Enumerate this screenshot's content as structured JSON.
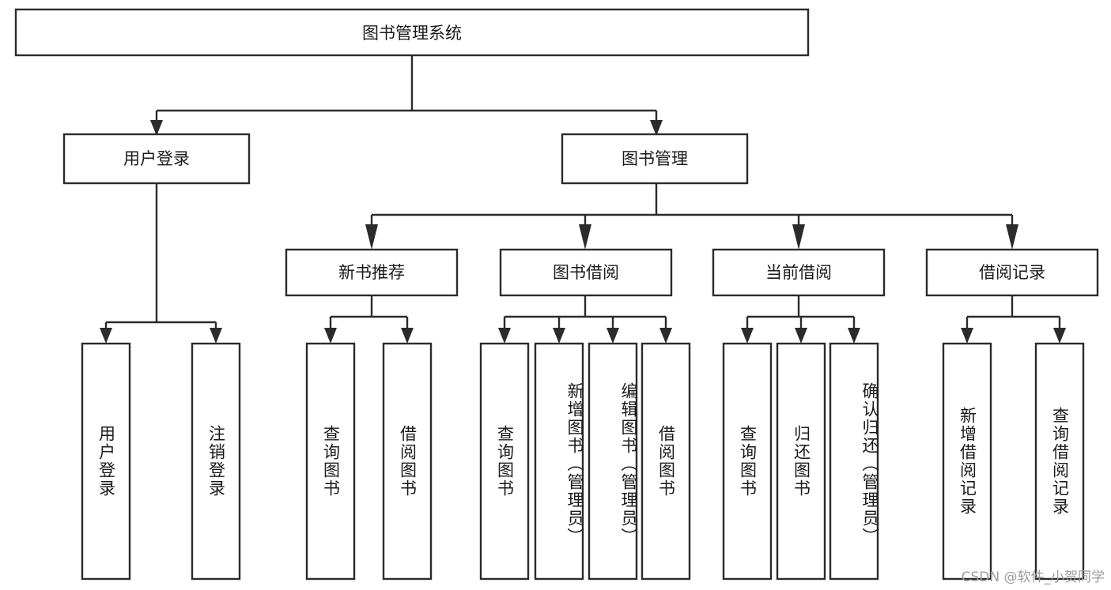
{
  "diagram": {
    "type": "tree",
    "title": "图书管理系统",
    "watermark": "CSDN @软件_小贺同学",
    "colors": {
      "stroke": "#2b2b2b",
      "fill": "#ffffff",
      "text": "#1a1a1a",
      "watermark": "#9c9c9c"
    },
    "root": {
      "label": "图书管理系统"
    },
    "level2": [
      {
        "label": "用户登录"
      },
      {
        "label": "图书管理"
      }
    ],
    "level3": [
      {
        "label": "新书推荐"
      },
      {
        "label": "图书借阅"
      },
      {
        "label": "当前借阅"
      },
      {
        "label": "借阅记录"
      }
    ],
    "leaves": {
      "user_login": [
        {
          "label": "用户登录"
        },
        {
          "label": "注销登录"
        }
      ],
      "new_book_recommend": [
        {
          "label": "查询图书"
        },
        {
          "label": "借阅图书"
        }
      ],
      "book_borrow": [
        {
          "label": "查询图书"
        },
        {
          "label": "新增图书（管理员）"
        },
        {
          "label": "编辑图书（管理员）"
        },
        {
          "label": "借阅图书"
        }
      ],
      "current_borrow": [
        {
          "label": "查询图书"
        },
        {
          "label": "归还图书"
        },
        {
          "label": "确认归还（管理员）"
        }
      ],
      "borrow_record": [
        {
          "label": "新增借阅记录"
        },
        {
          "label": "查询借阅记录"
        }
      ]
    }
  }
}
